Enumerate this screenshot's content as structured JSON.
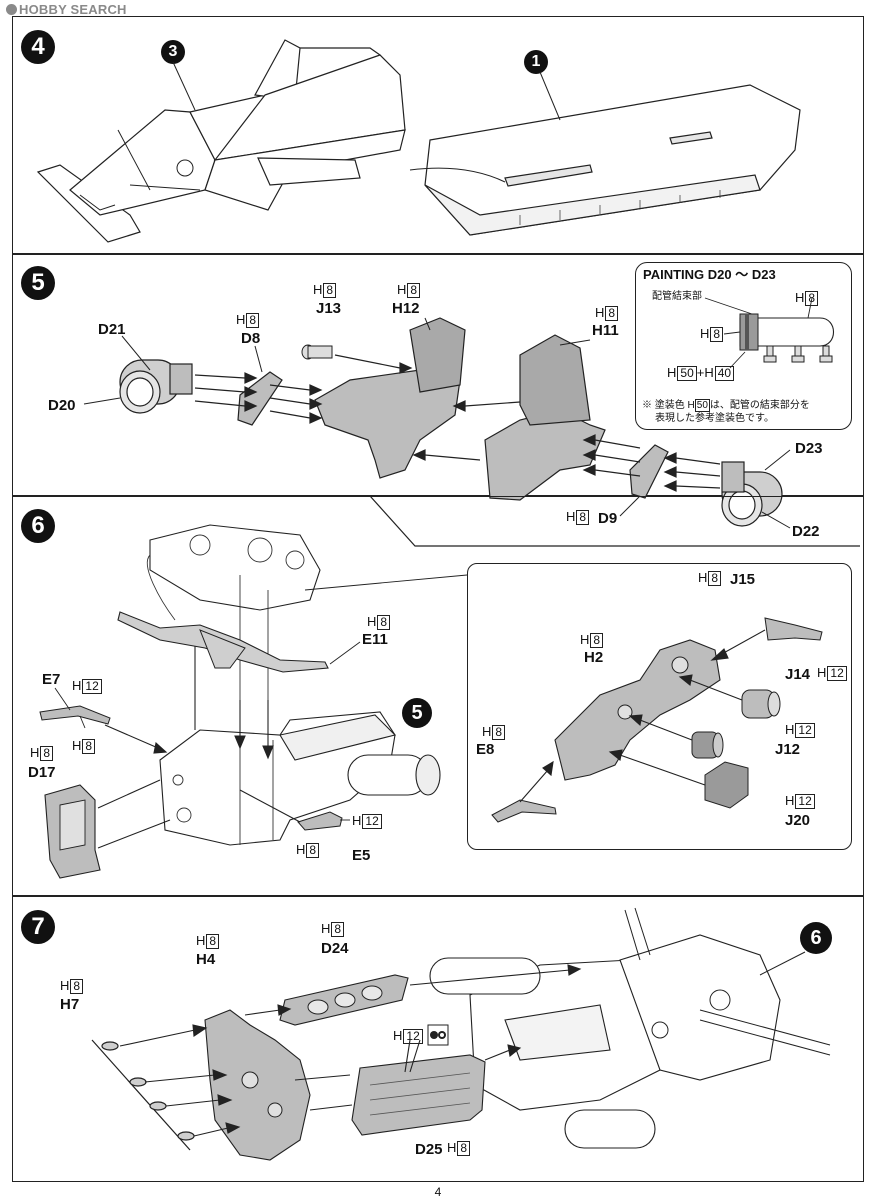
{
  "watermark": "HOBBY SEARCH",
  "page_number": "4",
  "steps": [
    {
      "number": "4",
      "refs": [
        "3",
        "1"
      ]
    },
    {
      "number": "5",
      "parts": [
        "D21",
        "D20",
        "D8",
        "J13",
        "H12",
        "H11",
        "D9",
        "D23",
        "D22"
      ],
      "paints": {
        "d8": {
          "letter": "H",
          "num": "8"
        },
        "j13": {
          "letter": "H",
          "num": "8"
        },
        "h12": {
          "letter": "H",
          "num": "8"
        },
        "h11": {
          "letter": "H",
          "num": "8"
        },
        "d9": {
          "letter": "H",
          "num": "8"
        }
      },
      "painting_box": {
        "title": "PAINTING  D20 〜 D23",
        "note_jp": "配管結束部",
        "paint_top": {
          "letter": "H",
          "num": "8"
        },
        "paint_band": {
          "letter": "H",
          "num": "8"
        },
        "paint_mix": {
          "a": "50",
          "plus": "+",
          "b": "40",
          "letter": "H"
        },
        "footnote_l1a": "※ 塗装色",
        "footnote_num": "50",
        "footnote_l1b": "は、配管の結束部分を",
        "footnote_l2": "表現した参考塗装色です。"
      }
    },
    {
      "number": "6",
      "ref": "5",
      "parts": [
        "E11",
        "E7",
        "D17",
        "E5",
        "J15",
        "H2",
        "J14",
        "E8",
        "J12",
        "J20"
      ],
      "paints": {
        "e11": {
          "letter": "H",
          "num": "8"
        },
        "e7": {
          "letter": "H",
          "num": "12"
        },
        "e7b": {
          "letter": "H",
          "num": "8"
        },
        "d17": {
          "letter": "H",
          "num": "8"
        },
        "e5a": {
          "letter": "H",
          "num": "12"
        },
        "e5b": {
          "letter": "H",
          "num": "8"
        },
        "j15": {
          "letter": "H",
          "num": "8"
        },
        "h2": {
          "letter": "H",
          "num": "8"
        },
        "j14": {
          "letter": "H",
          "num": "12"
        },
        "e8": {
          "letter": "H",
          "num": "8"
        },
        "j12": {
          "letter": "H",
          "num": "12"
        },
        "j20": {
          "letter": "H",
          "num": "12"
        }
      }
    },
    {
      "number": "7",
      "ref": "6",
      "parts": [
        "H7",
        "H4",
        "D24",
        "D25"
      ],
      "paints": {
        "h7": {
          "letter": "H",
          "num": "8"
        },
        "h4": {
          "letter": "H",
          "num": "8"
        },
        "d24": {
          "letter": "H",
          "num": "8"
        },
        "d25": {
          "letter": "H",
          "num": "8"
        },
        "decal": {
          "letter": "H",
          "num": "12"
        }
      }
    }
  ]
}
